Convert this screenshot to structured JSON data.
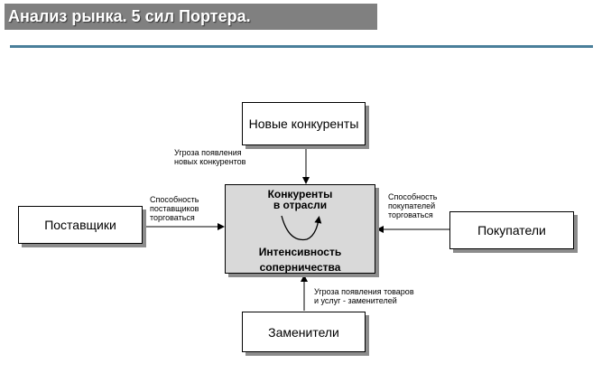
{
  "slide": {
    "title": "Анализ рынка. 5 сил Портера."
  },
  "diagram": {
    "new_competitors": "Новые конкуренты",
    "suppliers": "Поставщики",
    "buyers": "Покупатели",
    "substitutes": "Заменители",
    "center_top_line1": "Конкуренты",
    "center_top_line2": "в отрасли",
    "center_bottom_line1": "Интенсивность",
    "center_bottom_line2": "соперничества",
    "label_new_entrants": "Угроза появления\nновых конкурентов",
    "label_suppliers": "Способность\nпоставщиков\nторговаться",
    "label_buyers": "Способность\nпокупателей\nторговаться",
    "label_substitutes": "Угроза появления товаров\nи услуг - заменителей"
  }
}
